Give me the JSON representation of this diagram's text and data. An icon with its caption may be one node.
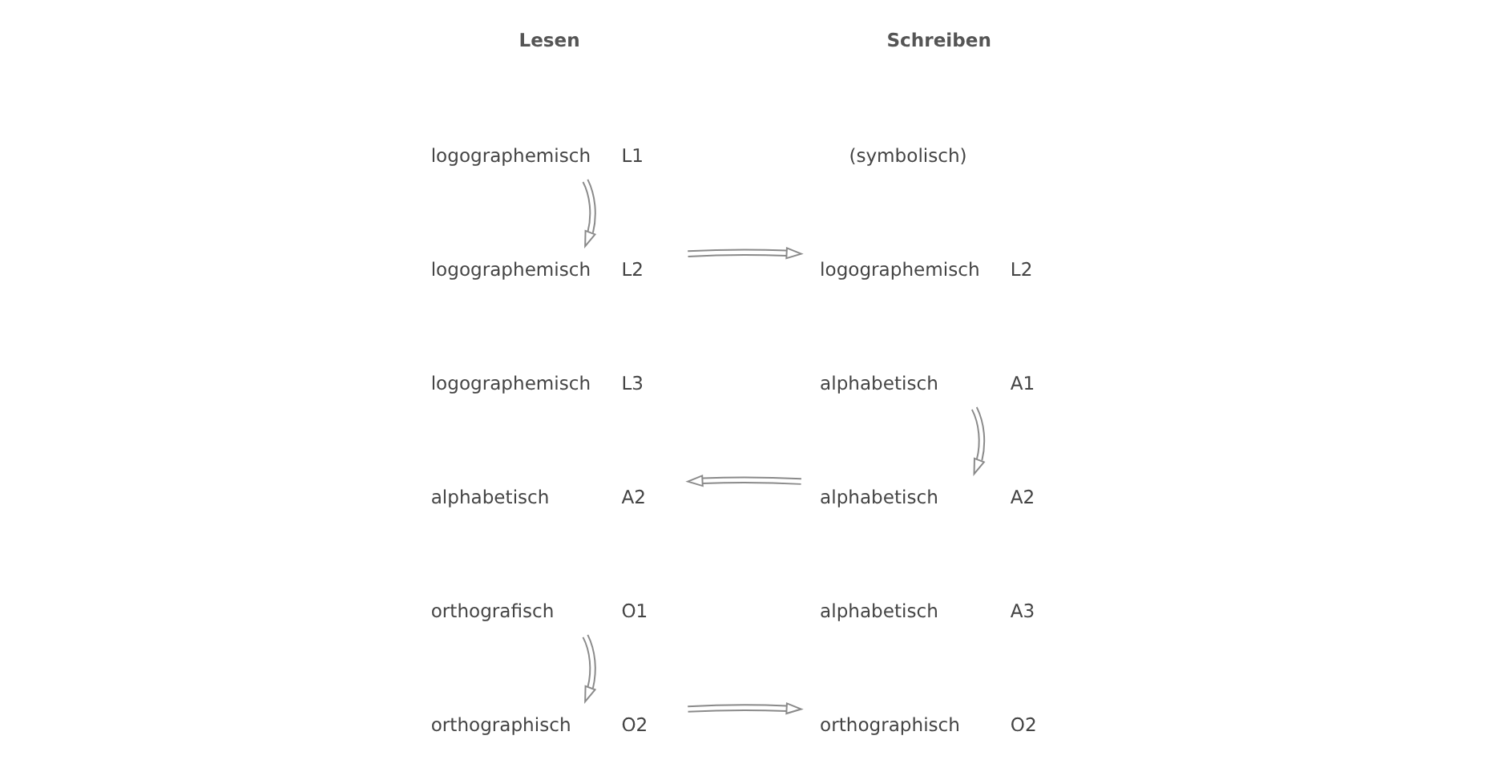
{
  "diagram": {
    "nodes": [
      {
        "text": [
          "logographemisch",
          "L1"
        ]
      },
      {
        "text": [
          "(symbolisch)"
        ]
      },
      {
        "text": [
          "logographemisch",
          "L2"
        ]
      },
      {
        "text": [
          "logographemisch",
          "L2"
        ]
      },
      {
        "text": [
          "logographemisch",
          "L3"
        ]
      },
      {
        "text": [
          "alphabetisch",
          "A1"
        ]
      },
      {
        "text": [
          "alphabetisch",
          "A2"
        ]
      },
      {
        "text": [
          "alphabetisch",
          "A2"
        ]
      },
      {
        "text": [
          "orthografisch",
          "O1"
        ]
      },
      {
        "text": [
          "alphabetisch",
          "A3"
        ]
      },
      {
        "text": [
          "orthographisch",
          "O2"
        ]
      },
      {
        "text": [
          "orthographisch",
          "O2"
        ]
      }
    ],
    "edges": [
      {
        "from": 0,
        "to": 2,
        "arrow": "to"
      },
      {
        "from": 2,
        "to": 3,
        "arrow": "to"
      },
      {
        "from": 5,
        "to": 7,
        "arrow": "to"
      },
      {
        "from": 7,
        "to": 6,
        "arrow": "to"
      },
      {
        "from": 8,
        "to": 10,
        "arrow": "to"
      },
      {
        "from": 10,
        "to": 11,
        "arrow": "to"
      }
    ],
    "labels": [
      "Lesen",
      "Schreiben"
    ]
  }
}
